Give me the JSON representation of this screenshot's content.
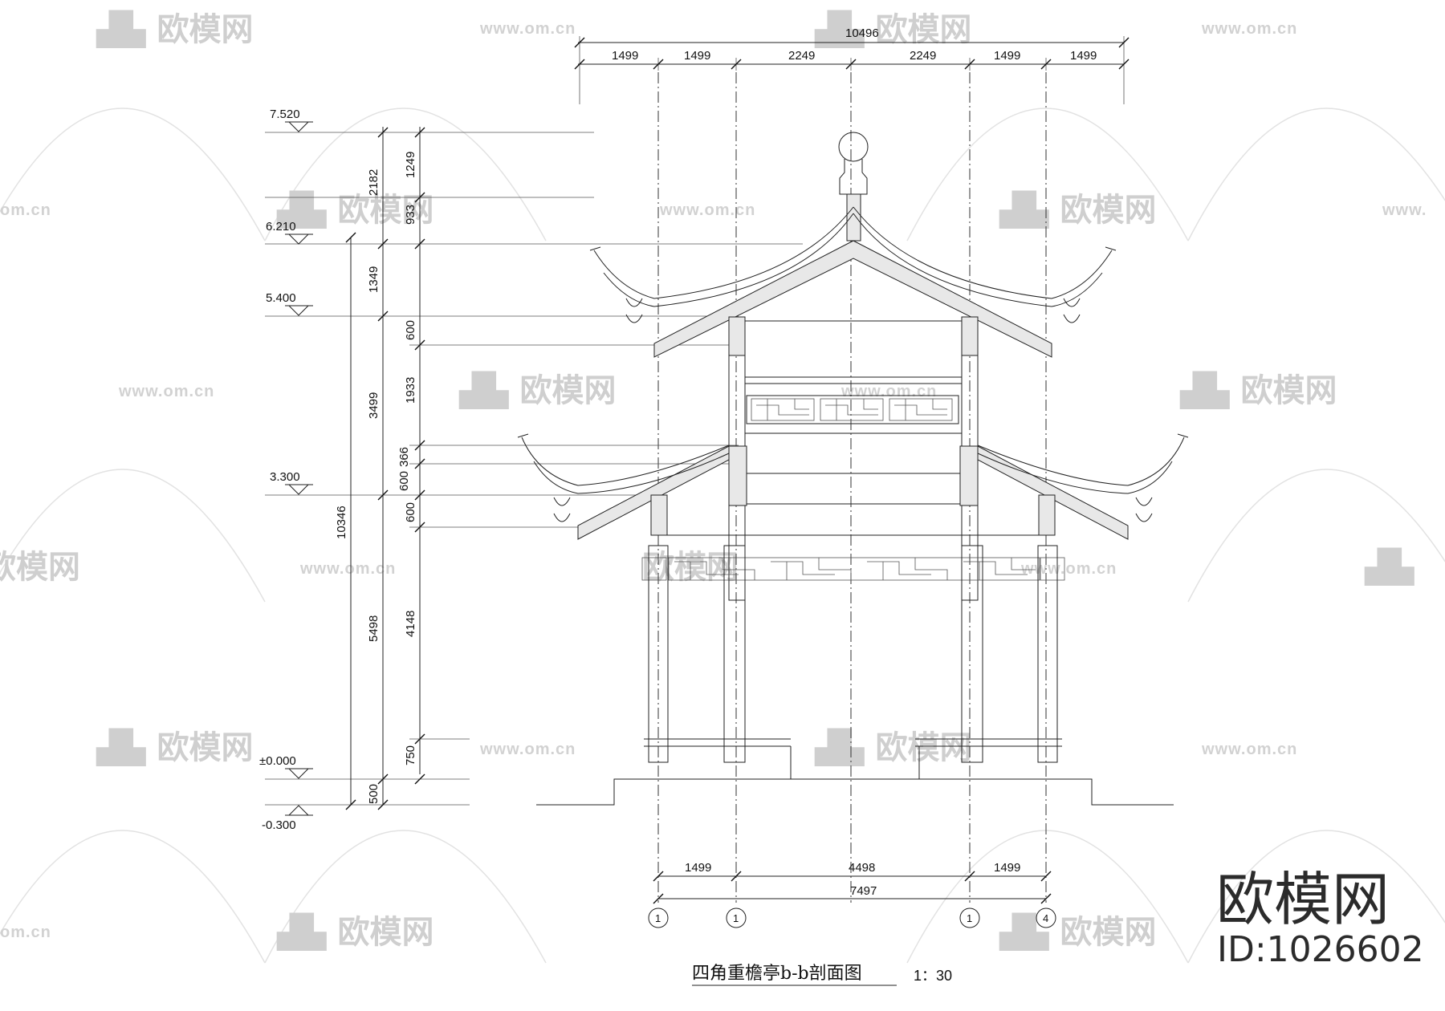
{
  "drawing_title": "四角重檐亭b-b剖面图",
  "scale": "1：30",
  "brand": {
    "name": "欧模网",
    "id": "ID:1026602"
  },
  "watermark": {
    "logo_text": "欧模网",
    "url": "www.om.cn",
    "url_partial": "om.cn"
  },
  "top_dimensions": {
    "overall": "10496",
    "segments": [
      "1499",
      "1499",
      "2249",
      "2249",
      "1499",
      "1499"
    ]
  },
  "bottom_dimensions": {
    "segments": [
      "1499",
      "4498",
      "1499"
    ],
    "overall": "7497"
  },
  "axis_labels": [
    "1",
    "1",
    "1",
    "4"
  ],
  "levels": [
    "7.520",
    "6.210",
    "5.400",
    "3.300",
    "±0.000",
    "-0.300"
  ],
  "left_dims": {
    "outer": [
      "10346"
    ],
    "middle": [
      "2182",
      "1349",
      "3499",
      "5498",
      "500"
    ],
    "inner": [
      "1249",
      "933",
      "600",
      "1933",
      "366",
      "600",
      "600",
      "4148",
      "750"
    ]
  }
}
